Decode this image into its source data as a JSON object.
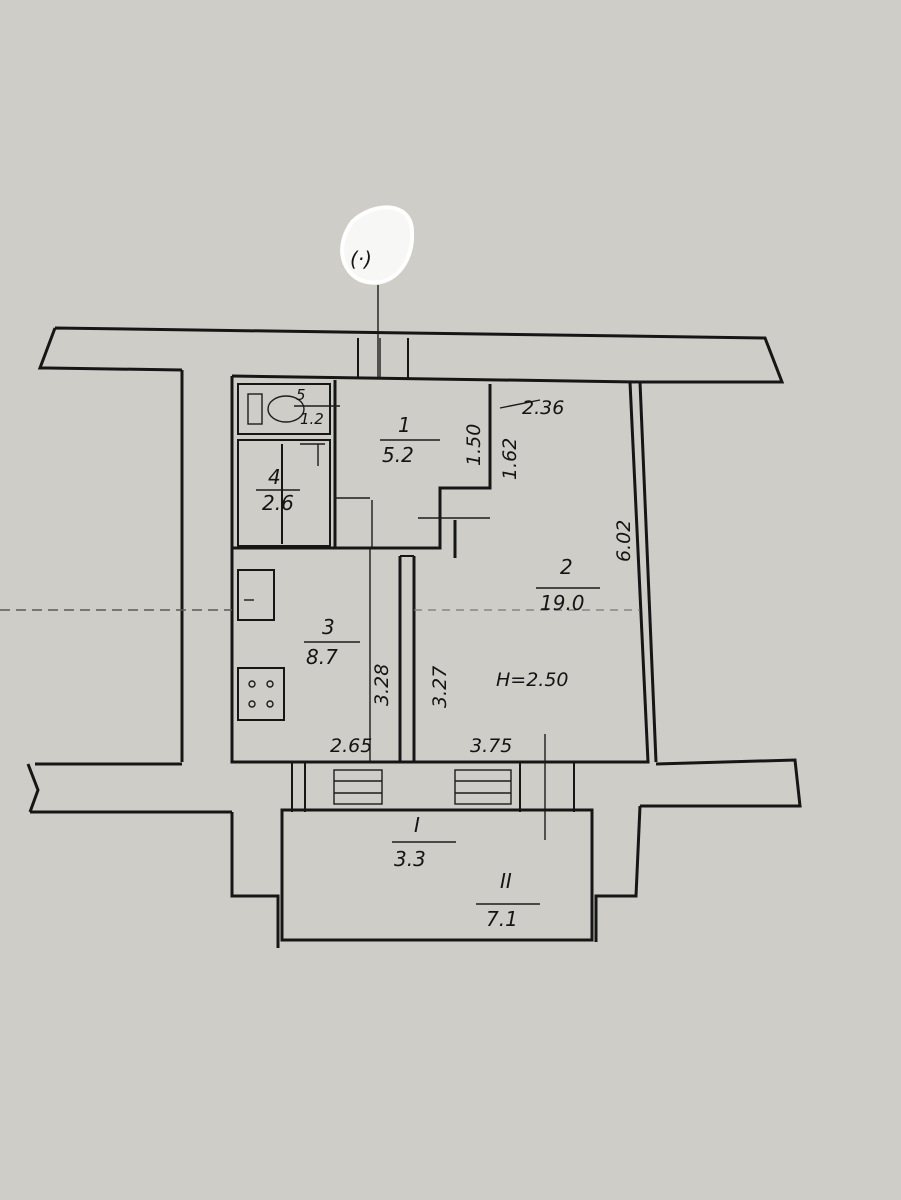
{
  "rooms": [
    {
      "id": "r1",
      "number": "1",
      "area": "5.2"
    },
    {
      "id": "r2",
      "number": "2",
      "area": "19.0"
    },
    {
      "id": "r3",
      "number": "3",
      "area": "8.7"
    },
    {
      "id": "r4",
      "number": "4",
      "area": "2.6"
    },
    {
      "id": "r5",
      "number": "5",
      "area": "1.2"
    },
    {
      "id": "rI",
      "number": "I",
      "area": "3.3"
    },
    {
      "id": "rII",
      "number": "II",
      "area": "7.1"
    }
  ],
  "dimensions": {
    "hall_1_50": "1.50",
    "hall_1_62": "1.62",
    "room_width": "2.36",
    "room_length": "6.02",
    "kitchen_height": "3.28",
    "room_depth": "3.27",
    "kitchen_width": "2.65",
    "room_bottom_width": "3.75"
  },
  "ceiling_height": "H=2.50",
  "marker_symbol": "(·)",
  "colors": {
    "paper": "#cfcdc7",
    "ink": "#161616"
  }
}
